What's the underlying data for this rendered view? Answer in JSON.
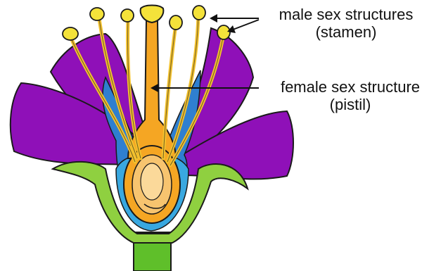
{
  "labels": {
    "male": {
      "line1": "male sex structures",
      "line2": "(stamen)"
    },
    "female": {
      "line1": "female sex structure",
      "line2": "(pistil)"
    }
  },
  "colors": {
    "petal": "#8f10b8",
    "petal_dark": "#6a0a8c",
    "inner_blue": "#2f7fd0",
    "receptacle_green": "#8fd040",
    "stem_green": "#5fbf2a",
    "pistil_orange": "#f5a623",
    "ovary_fill": "#f7c46f",
    "filament": "#f2c12e",
    "anther": "#f4e23a",
    "outline": "#1a1a1a"
  }
}
